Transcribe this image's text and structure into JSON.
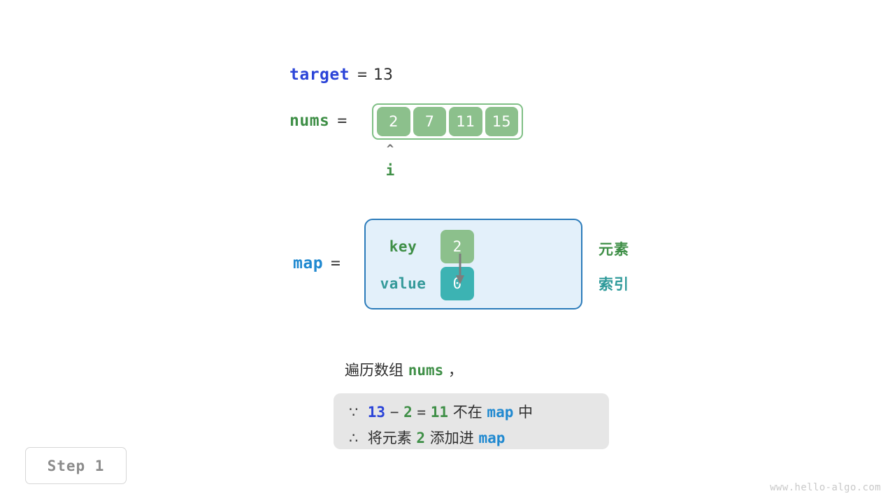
{
  "variables": {
    "target": {
      "name": "target",
      "equals": "=",
      "value": "13"
    },
    "nums": {
      "name": "nums",
      "equals": "=",
      "cells": [
        "2",
        "7",
        "11",
        "15"
      ]
    },
    "map": {
      "name": "map",
      "equals": "=",
      "key_label": "key",
      "value_label": "value",
      "key_cell": "2",
      "value_cell": "0"
    }
  },
  "pointer": {
    "caret": "^",
    "label": "i"
  },
  "side_notes": {
    "element": "元素",
    "index": "索引"
  },
  "caption": {
    "prefix": "遍历数组 ",
    "code": "nums",
    "suffix": " ，"
  },
  "note_box": {
    "line1": {
      "symbol": "∵",
      "a": "13",
      "minus": "−",
      "b": "2",
      "equals": "=",
      "c": "11",
      "text1": "不在",
      "map": "map",
      "text2": "中"
    },
    "line2": {
      "symbol": "∴",
      "text1": "将元素",
      "value": "2",
      "text2": "添加进",
      "map": "map"
    }
  },
  "step_badge": {
    "label": "Step 1"
  },
  "watermark": {
    "text": "www.hello-algo.com"
  },
  "colors": {
    "green": "#3f8f47",
    "green_fill": "#8cc08c",
    "teal": "#3cb3b3",
    "teal_text": "#359a9a",
    "royal_blue": "#2b44d8",
    "dodger_blue": "#2089d0",
    "map_bg": "#e3f0fa",
    "map_border": "#2b7bba",
    "note_bg": "#e6e6e6",
    "gray_text": "#8c8c8c"
  }
}
